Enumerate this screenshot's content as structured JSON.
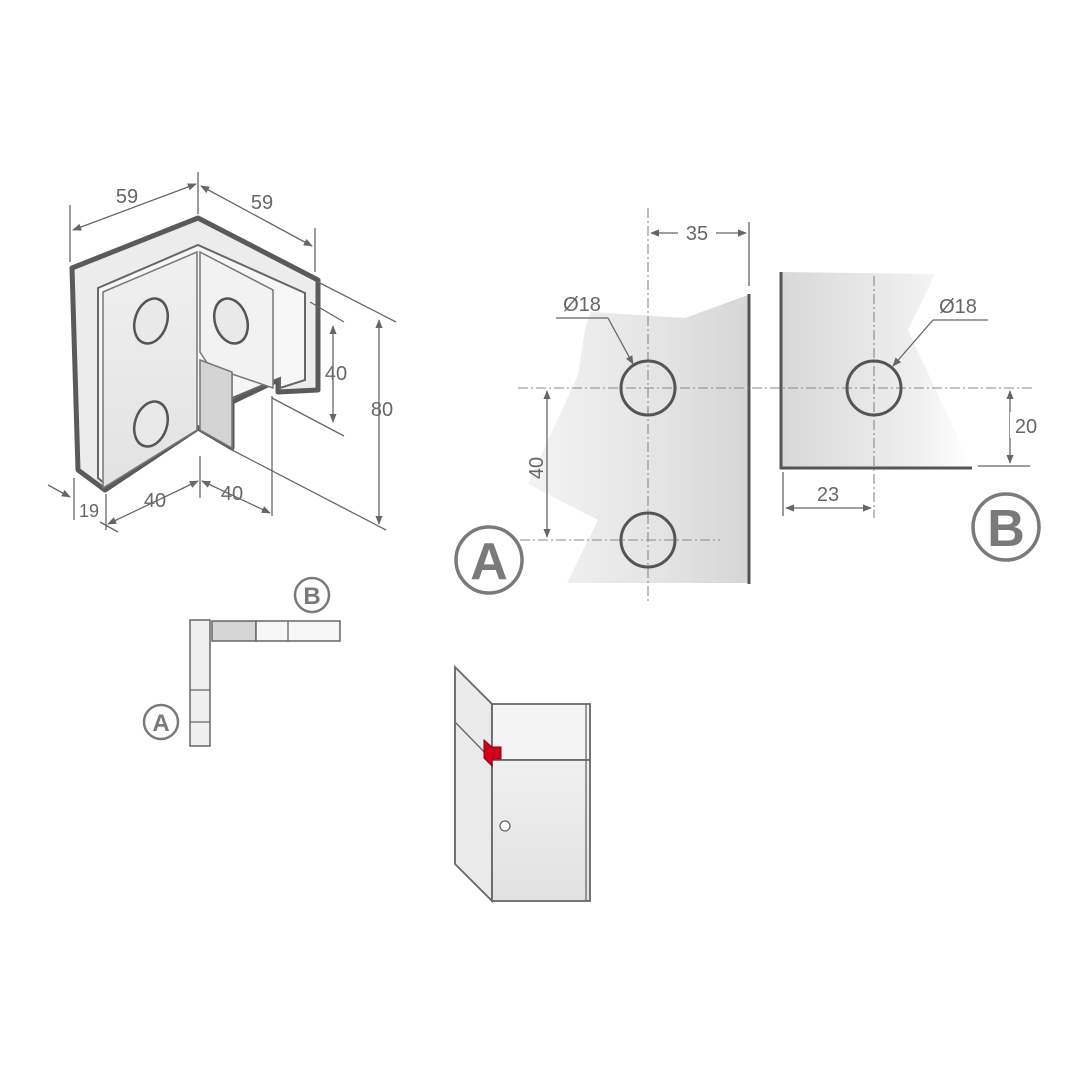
{
  "colors": {
    "line": "#666666",
    "fill_light": "#e6e6e6",
    "accent_red": "#d0021b"
  },
  "iso_view": {
    "dims": {
      "top_left": "59",
      "top_right": "59",
      "slot_height": "40",
      "total_height": "80",
      "thickness": "19",
      "bottom_left": "40",
      "bottom_right": "40"
    }
  },
  "hole_drawing": {
    "dims": {
      "hole_diameter_a": "Ø18",
      "hole_diameter_b": "Ø18",
      "edge_distance": "35",
      "hole_spacing": "40",
      "b_edge_offset": "20",
      "b_center_offset": "23"
    },
    "labels": {
      "panel_a": "A",
      "panel_b": "B"
    }
  },
  "plan_view": {
    "labels": {
      "a": "A",
      "b": "B"
    }
  }
}
